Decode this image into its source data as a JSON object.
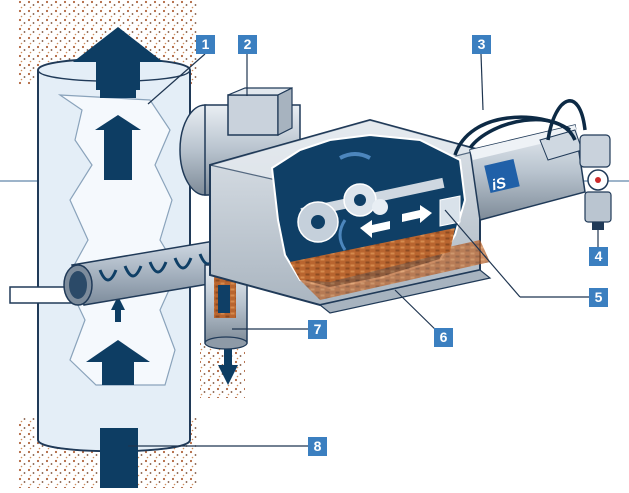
{
  "figure": {
    "callouts": [
      "1",
      "2",
      "3",
      "4",
      "5",
      "6",
      "7",
      "8"
    ],
    "logo_text": "iS",
    "colors": {
      "pipe_fill": "#e4eef7",
      "pipe_outline": "#203a58",
      "housing": "#c9d2dc",
      "housing_dark": "#8e9aa7",
      "interior": "#0f3f66",
      "flow_arrow": "#0d3d63",
      "callout_bg": "#3b7fc0",
      "leader_line": "#1f3550",
      "granules": "#a8552a"
    }
  }
}
